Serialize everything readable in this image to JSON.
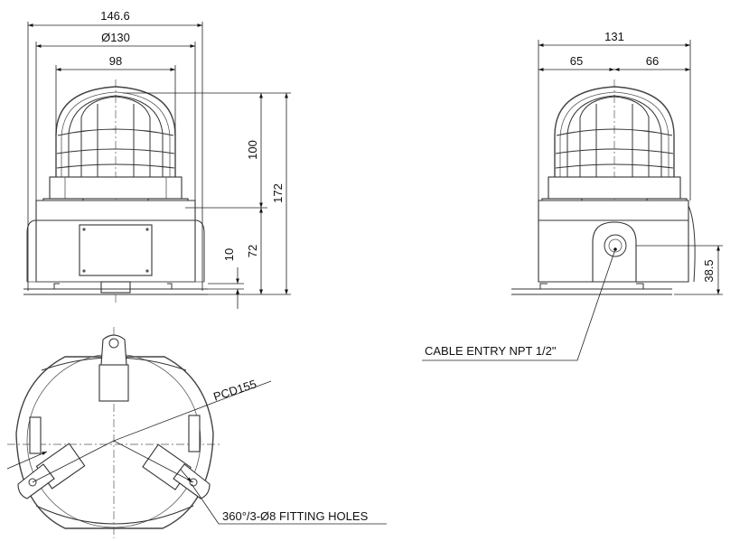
{
  "front_view": {
    "width_overall": "146.6",
    "housing_diameter": "Ø130",
    "globe_width": "98",
    "globe_height": "100",
    "overall_height": "172",
    "housing_height": "72",
    "foot_height": "10"
  },
  "side_view": {
    "width_overall": "131",
    "left_half": "65",
    "right_half": "66",
    "entry_height": "38.5",
    "cable_entry_note": "CABLE ENTRY NPT 1/2\""
  },
  "top_view": {
    "pcd_label": "PCD155",
    "fitting_holes_note": "360°/3-Ø8 FITTING HOLES"
  }
}
